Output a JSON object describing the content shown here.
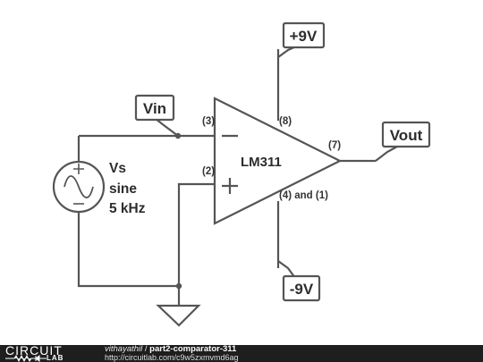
{
  "schematic": {
    "labels": {
      "vin": "Vin",
      "vout": "Vout",
      "vpos": "+9V",
      "vneg": "-9V"
    },
    "comparator": {
      "part": "LM311",
      "pin_inverting": "(3)",
      "pin_noninverting": "(2)",
      "pin_vplus": "(8)",
      "pin_output": "(7)",
      "pin_vminus": "(4) and (1)"
    },
    "source": {
      "name": "Vs",
      "type": "sine",
      "frequency": "5 kHz"
    }
  },
  "footer": {
    "logo_word1": "CIRCUIT",
    "logo_word2": "LAB",
    "user": "vithayathil",
    "separator": "/",
    "project": "part2-comparator-311",
    "url": "http://circuitlab.com/c9w5zxmvmd6ag"
  }
}
